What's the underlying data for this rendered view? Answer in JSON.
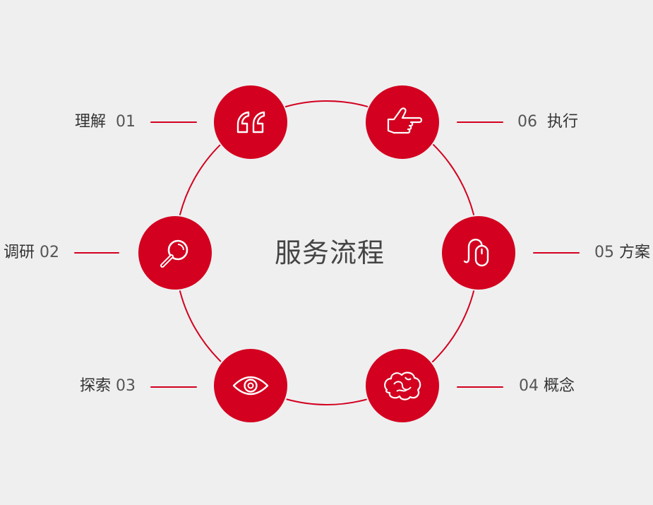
{
  "title": "服务流程",
  "accent_color": "#d3001f",
  "steps": [
    {
      "number": "01",
      "name": "理解",
      "icon": "quote-icon"
    },
    {
      "number": "02",
      "name": "调研",
      "icon": "magnifier-icon"
    },
    {
      "number": "03",
      "name": "探索",
      "icon": "eye-icon"
    },
    {
      "number": "04",
      "name": "概念",
      "icon": "brain-icon"
    },
    {
      "number": "05",
      "name": "方案",
      "icon": "mouse-icon"
    },
    {
      "number": "06",
      "name": "执行",
      "icon": "pointing-hand-icon"
    }
  ]
}
